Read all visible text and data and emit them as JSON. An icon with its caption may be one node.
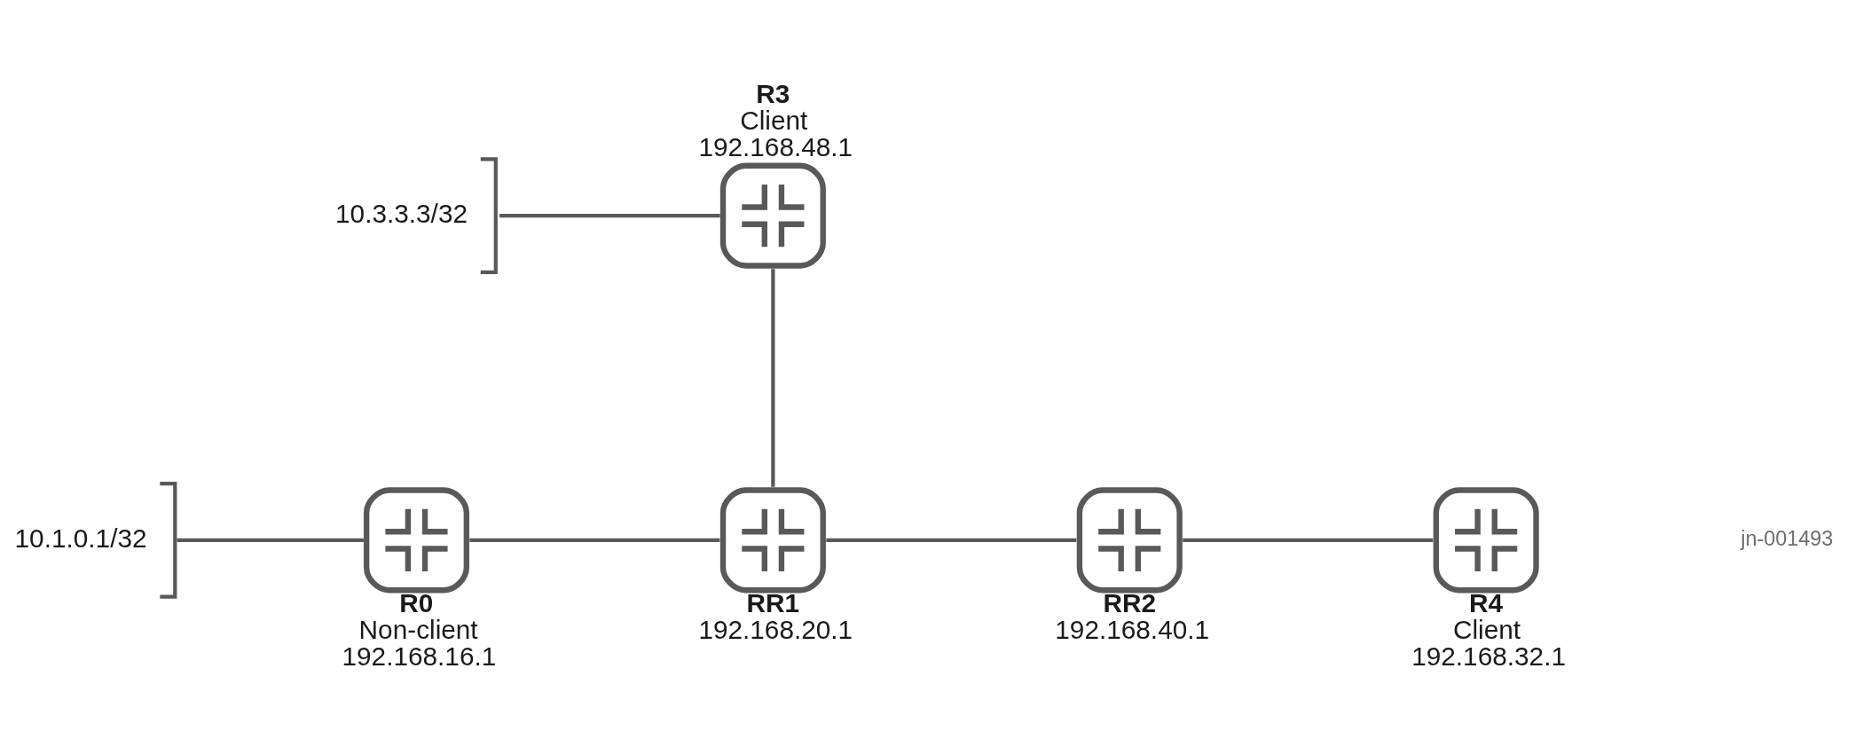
{
  "diagram": {
    "nodes": [
      {
        "text": [
          "R3",
          "Client",
          "192.168.48.1"
        ]
      },
      {
        "text": [
          "10.3.3.3/32"
        ]
      },
      {
        "text": [
          "10.1.0.1/32"
        ]
      },
      {
        "text": [
          "R0",
          "Non-client",
          "192.168.16.1"
        ]
      },
      {
        "text": [
          "RR1",
          "192.168.20.1"
        ]
      },
      {
        "text": [
          "RR2",
          "192.168.40.1"
        ]
      },
      {
        "text": [
          "R4",
          "Client",
          "192.168.32.1"
        ]
      }
    ],
    "edges": [
      {
        "from": 1,
        "to": 0,
        "arrow": "none"
      },
      {
        "from": 0,
        "to": 4,
        "arrow": "none"
      },
      {
        "from": 2,
        "to": 3,
        "arrow": "none"
      },
      {
        "from": 3,
        "to": 4,
        "arrow": "none"
      },
      {
        "from": 4,
        "to": 5,
        "arrow": "none"
      },
      {
        "from": 5,
        "to": 6,
        "arrow": "none"
      }
    ],
    "labels": [
      "jn-001493"
    ]
  }
}
